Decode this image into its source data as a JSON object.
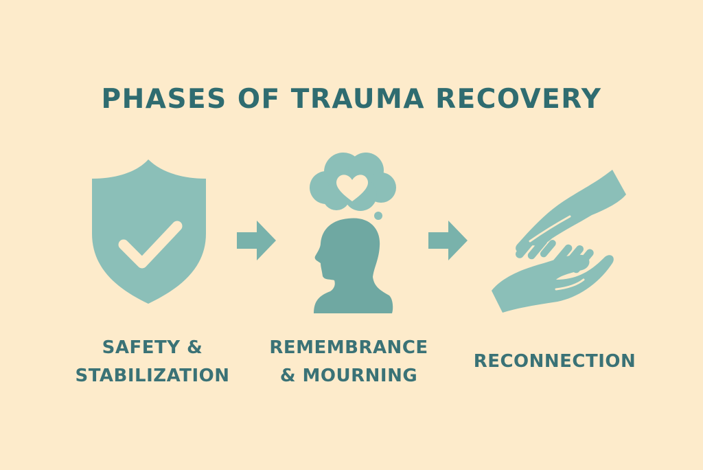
{
  "title": "PHASES OF TRAUMA RECOVERY",
  "phases": [
    {
      "line1": "SAFETY &",
      "line2": "STABILIZATION",
      "icon": "shield-check-icon"
    },
    {
      "line1": "REMEMBRANCE",
      "line2": "& MOURNING",
      "icon": "head-thought-heart-icon"
    },
    {
      "line1": "RECONNECTION",
      "icon": "hands-reaching-icon"
    }
  ],
  "colors": {
    "background": "#fdebcb",
    "title": "#2f6c70",
    "icon": "#8bbfb8",
    "icon_dark": "#6fa8a2"
  }
}
